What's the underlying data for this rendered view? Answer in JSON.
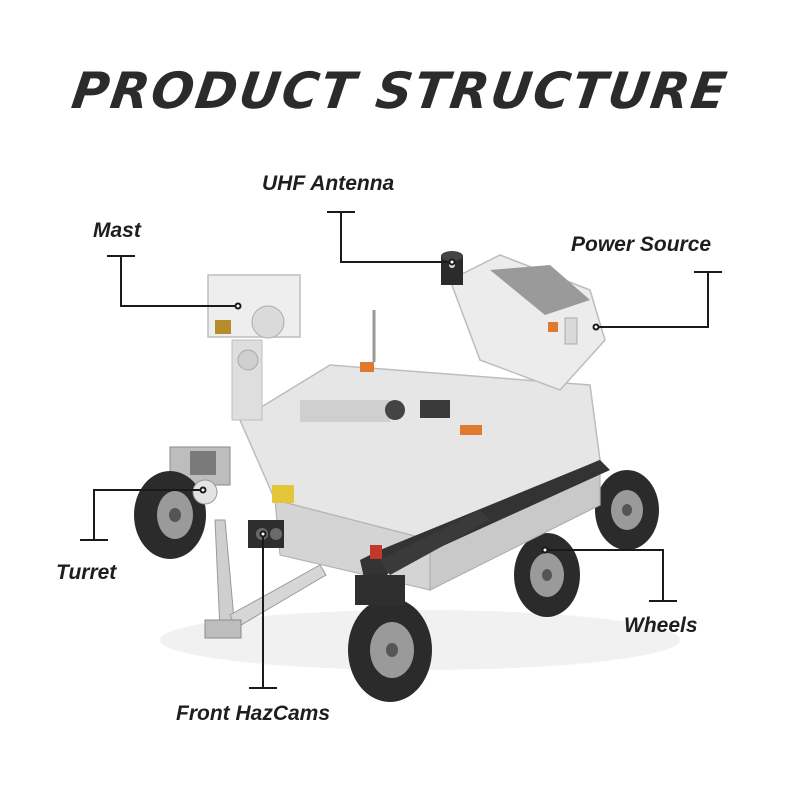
{
  "title": "PRODUCT STRUCTURE",
  "callouts": {
    "uhf_antenna": "UHF Antenna",
    "mast": "Mast",
    "power_source": "Power Source",
    "turret": "Turret",
    "wheels": "Wheels",
    "front_hazcams": "Front HazCams"
  },
  "colors": {
    "line": "#1a1a1a",
    "body": "#e9e9e9",
    "tire": "#2a2a2a",
    "accent_orange": "#e07a2e",
    "accent_yellow": "#e5c53a"
  }
}
